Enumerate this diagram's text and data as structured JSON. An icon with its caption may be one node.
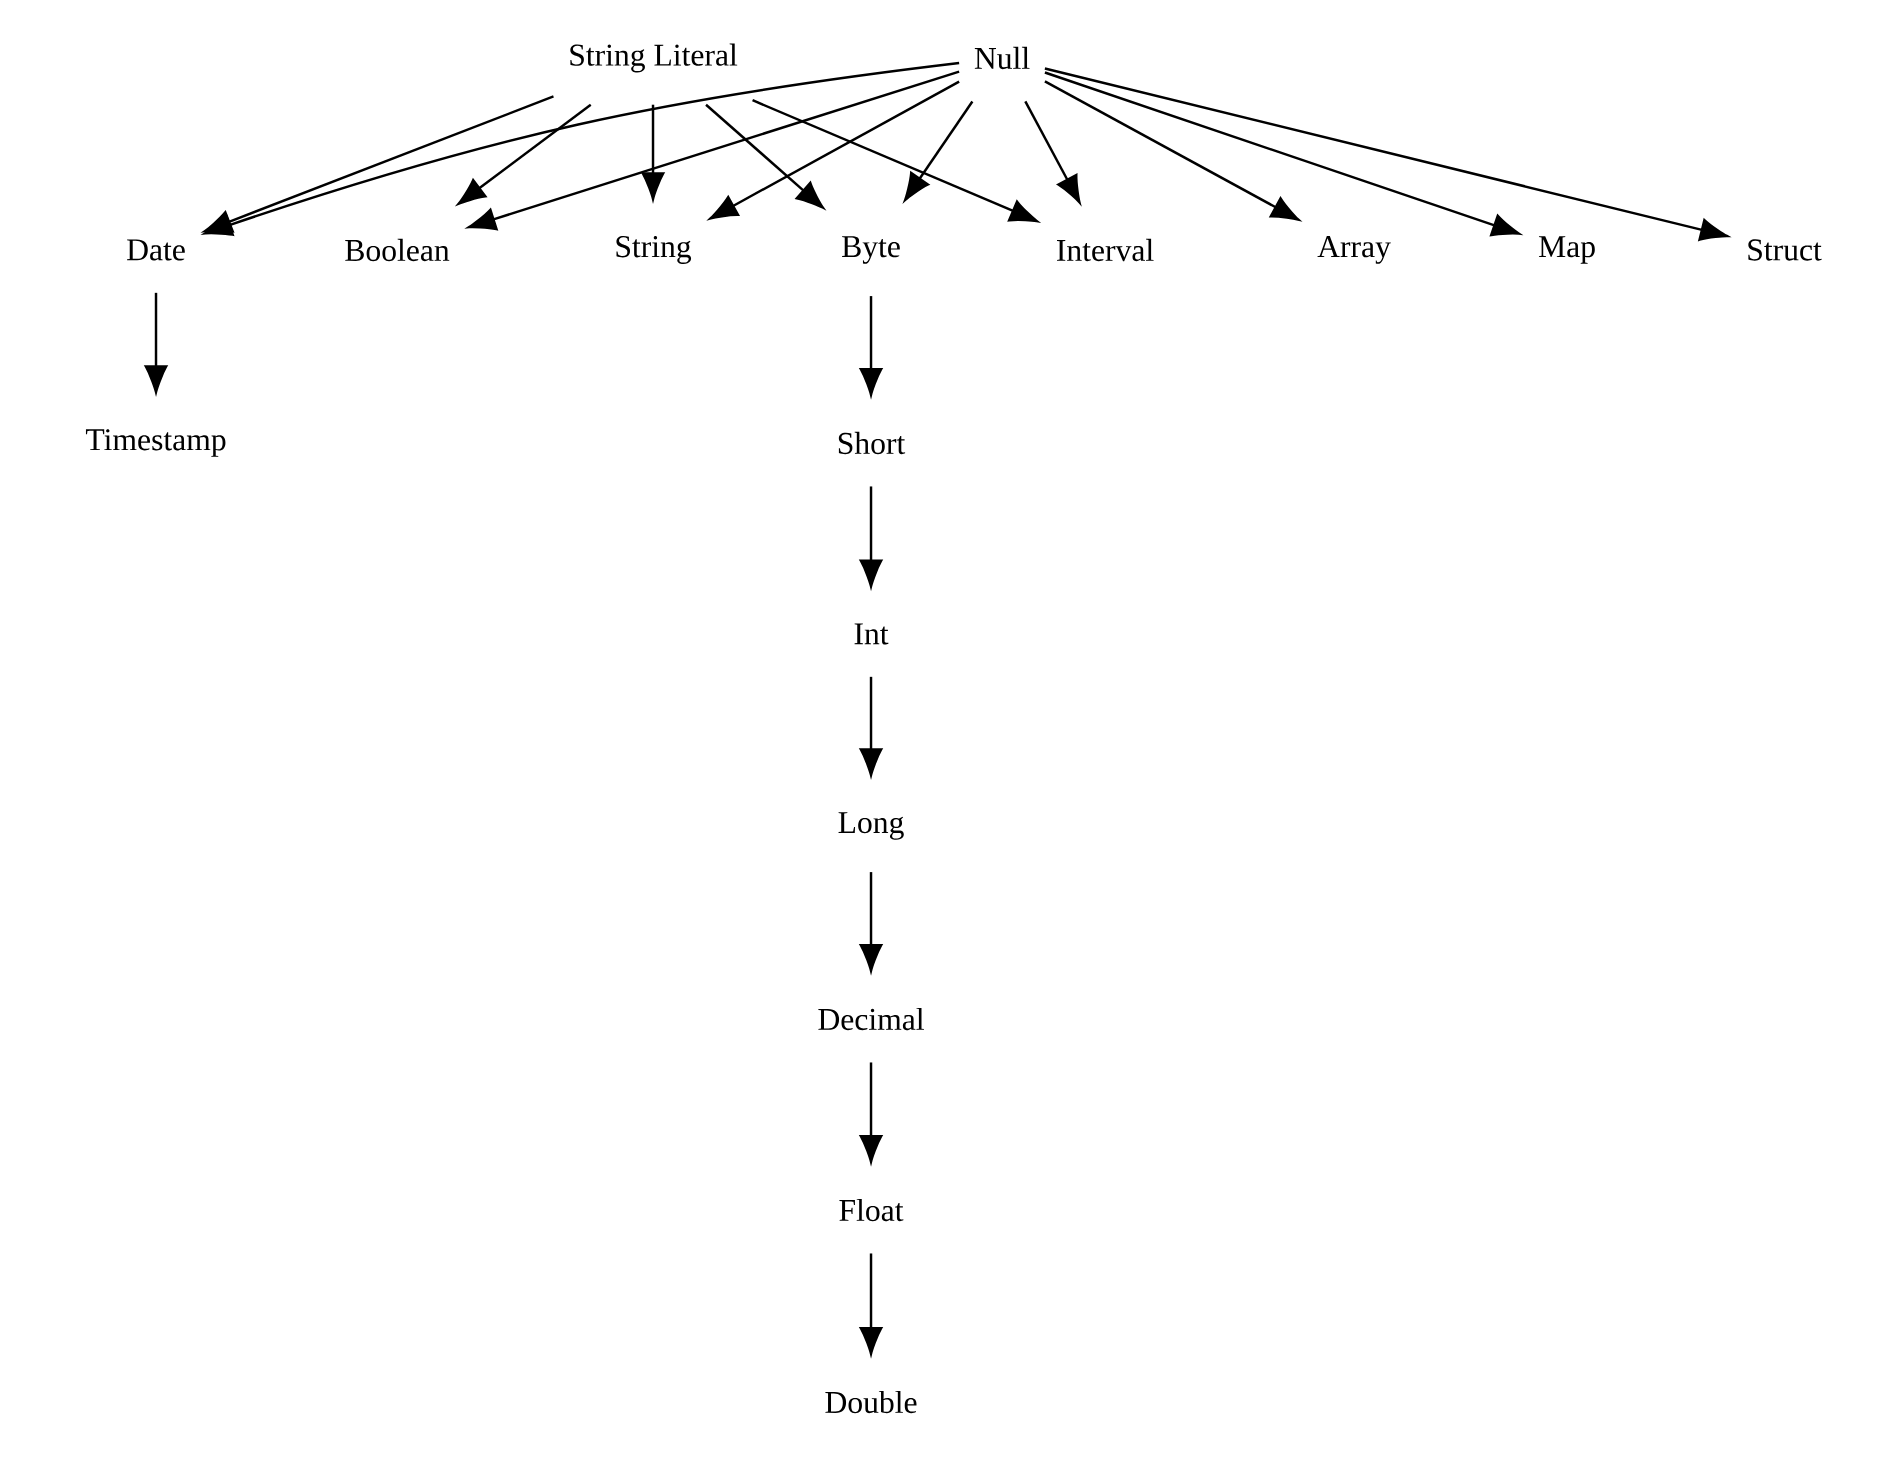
{
  "diagram": {
    "nodes": [
      {
        "text": [
          "String Literal"
        ]
      },
      {
        "text": [
          "Null"
        ]
      },
      {
        "text": [
          "Date"
        ]
      },
      {
        "text": [
          "Boolean"
        ]
      },
      {
        "text": [
          "String"
        ]
      },
      {
        "text": [
          "Byte"
        ]
      },
      {
        "text": [
          "Interval"
        ]
      },
      {
        "text": [
          "Array"
        ]
      },
      {
        "text": [
          "Map"
        ]
      },
      {
        "text": [
          "Struct"
        ]
      },
      {
        "text": [
          "Timestamp"
        ]
      },
      {
        "text": [
          "Short"
        ]
      },
      {
        "text": [
          "Int"
        ]
      },
      {
        "text": [
          "Long"
        ]
      },
      {
        "text": [
          "Decimal"
        ]
      },
      {
        "text": [
          "Float"
        ]
      },
      {
        "text": [
          "Double"
        ]
      }
    ],
    "edges": [
      {
        "from": 0,
        "to": 2,
        "arrow": "to"
      },
      {
        "from": 0,
        "to": 3,
        "arrow": "to"
      },
      {
        "from": 0,
        "to": 4,
        "arrow": "to"
      },
      {
        "from": 0,
        "to": 5,
        "arrow": "to"
      },
      {
        "from": 0,
        "to": 6,
        "arrow": "to"
      },
      {
        "from": 1,
        "to": 2,
        "arrow": "to"
      },
      {
        "from": 1,
        "to": 3,
        "arrow": "to"
      },
      {
        "from": 1,
        "to": 4,
        "arrow": "to"
      },
      {
        "from": 1,
        "to": 5,
        "arrow": "to"
      },
      {
        "from": 1,
        "to": 6,
        "arrow": "to"
      },
      {
        "from": 1,
        "to": 7,
        "arrow": "to"
      },
      {
        "from": 1,
        "to": 8,
        "arrow": "to"
      },
      {
        "from": 1,
        "to": 9,
        "arrow": "to"
      },
      {
        "from": 2,
        "to": 10,
        "arrow": "to"
      },
      {
        "from": 5,
        "to": 11,
        "arrow": "to"
      },
      {
        "from": 11,
        "to": 12,
        "arrow": "to"
      },
      {
        "from": 12,
        "to": 13,
        "arrow": "to"
      },
      {
        "from": 13,
        "to": 14,
        "arrow": "to"
      },
      {
        "from": 14,
        "to": 15,
        "arrow": "to"
      },
      {
        "from": 15,
        "to": 16,
        "arrow": "to"
      }
    ]
  }
}
